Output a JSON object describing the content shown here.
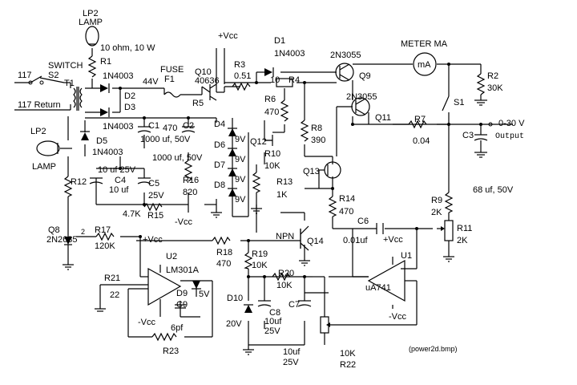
{
  "labels": {
    "lp2_lamp_top": "LP2\nLAMP",
    "r1_spec": "10 ohm, 10 W",
    "r1": "R1",
    "switch": "SWITCH",
    "s2": "S2",
    "v117": "117",
    "t1": "T1",
    "v117_return": "117 Return",
    "d2_part": "1N4003",
    "d2": "D2",
    "d3": "D3",
    "d3_part": "1N4003",
    "v44": "44V",
    "fuse": "FUSE",
    "f1": "F1",
    "r5": "R5",
    "q10": "Q10",
    "q10_part": "40636",
    "vcc_top": "+Vcc",
    "r3": "R3",
    "r3_val": "0.51",
    "d1": "D1",
    "d1_part": "1N4003",
    "r4_val": "10",
    "r4": "R4",
    "q9_part": "2N3055",
    "q9": "Q9",
    "meter": "METER MA",
    "meter_sym": "mA",
    "r2": "R2",
    "r2_val": "30K",
    "r6": "R6",
    "r6_val": "470",
    "q11_part": "2N3055",
    "q11": "Q11",
    "s1": "S1",
    "c1": "C1",
    "c1_val": "1000 uf, 50V",
    "c2_470": "470",
    "c2": "C2",
    "c2_val": "1000 uf, 50V",
    "d4": "D4",
    "d6": "D6",
    "d7": "D7",
    "d8": "D8",
    "v9a": "9V",
    "v9b": "9V",
    "v9c": "9V",
    "v9d": "9V",
    "lp2_left": "LP2",
    "lamp_left": "LAMP",
    "d5": "D5",
    "d5_part": "1N4003",
    "c4_top": "10 uf  25V",
    "c4": "C4",
    "c4_val": "10 uf",
    "c5": "C5",
    "c5_val": "25V",
    "r16": "R16",
    "r16_val": "820",
    "r8": "R8",
    "r8_val": "390",
    "q12": "Q12",
    "r10": "R10",
    "r10_val": "10K",
    "r13": "R13",
    "r13_val": "1K",
    "r7": "R7",
    "r7_val": "0.04",
    "out_range": "0-30 V",
    "out_label": "Output",
    "c3": "C3",
    "q13": "Q13",
    "r12": "R12",
    "r15_val": "4.7K",
    "r15": "R15",
    "neg_vcc_mid": "-Vcc",
    "r14": "R14",
    "r14_val": "470",
    "c3_spec": "68 uf, 50V",
    "r9": "R9",
    "r9_val": "2K",
    "q8": "Q8",
    "q8_part": "2N2685",
    "pin2": "2",
    "r17": "R17",
    "r17_val": "120K",
    "npn": "NPN",
    "q14": "Q14",
    "c6": "C6",
    "c6_val": "0.01uf",
    "r11": "R11",
    "r11_val": "2K",
    "vcc_u2": "+Vcc",
    "u2": "U2",
    "u2_part": "LM301A",
    "r18": "R18",
    "r18_val": "470",
    "r19": "R19",
    "r19_val": "10K",
    "vcc_u1": "+Vcc",
    "u1": "U1",
    "r21": "R21",
    "r21_val": "22",
    "d9": "D9",
    "c9": "C9",
    "v5": "5V",
    "d10": "D10",
    "c8": "C8",
    "c8_val": "10uf",
    "c8_v": "25V",
    "r20": "R20",
    "r20_val": "10K",
    "c7": "C7",
    "u1_part": "uA741",
    "neg_vcc_u2": "-Vcc",
    "c9_val": "6pf",
    "v20": "20V",
    "neg_vcc_u1": "-Vcc",
    "r23": "R23",
    "c7_val": "10uf",
    "c7_v": "25V",
    "r22_val": "10K",
    "r22": "R22",
    "filename": "(power2d.bmp)"
  }
}
